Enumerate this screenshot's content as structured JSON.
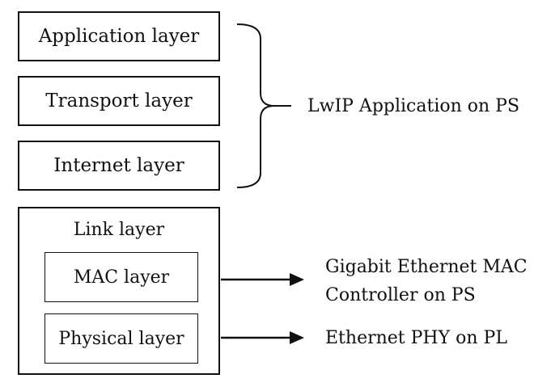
{
  "stack": {
    "application_layer": "Application layer",
    "transport_layer": "Transport layer",
    "internet_layer": "Internet layer"
  },
  "link": {
    "title": "Link layer",
    "mac_layer": "MAC layer",
    "physical_layer": "Physical layer"
  },
  "annotations": {
    "lwip": "LwIP Application on PS",
    "gigabit_line1": "Gigabit Ethernet MAC",
    "gigabit_line2": "Controller on PS",
    "phy": "Ethernet PHY on PL"
  }
}
